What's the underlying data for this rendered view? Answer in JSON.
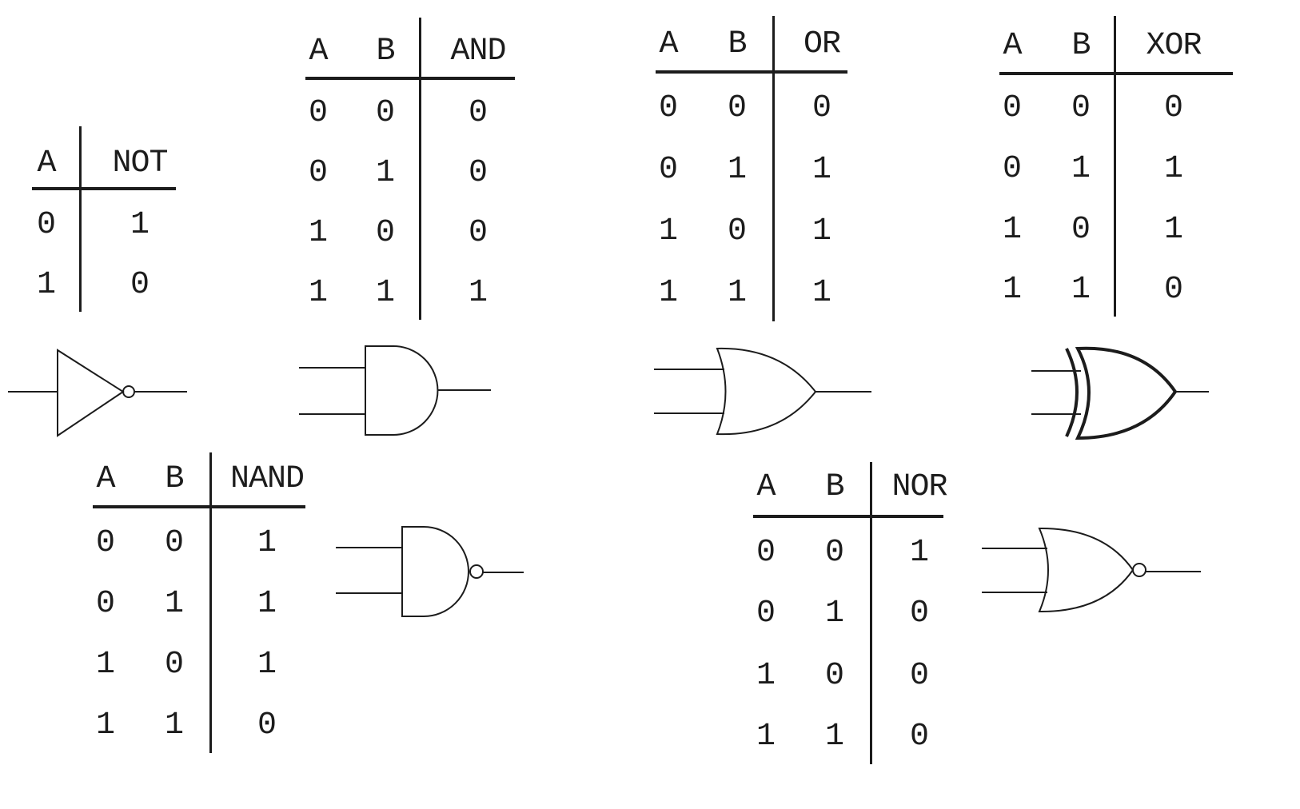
{
  "tables": {
    "not": {
      "headers": [
        "A",
        "NOT"
      ],
      "rows": [
        [
          "0",
          "1"
        ],
        [
          "1",
          "0"
        ]
      ]
    },
    "and": {
      "headers": [
        "A",
        "B",
        "AND"
      ],
      "rows": [
        [
          "0",
          "0",
          "0"
        ],
        [
          "0",
          "1",
          "0"
        ],
        [
          "1",
          "0",
          "0"
        ],
        [
          "1",
          "1",
          "1"
        ]
      ]
    },
    "or": {
      "headers": [
        "A",
        "B",
        "OR"
      ],
      "rows": [
        [
          "0",
          "0",
          "0"
        ],
        [
          "0",
          "1",
          "1"
        ],
        [
          "1",
          "0",
          "1"
        ],
        [
          "1",
          "1",
          "1"
        ]
      ]
    },
    "xor": {
      "headers": [
        "A",
        "B",
        "XOR"
      ],
      "rows": [
        [
          "0",
          "0",
          "0"
        ],
        [
          "0",
          "1",
          "1"
        ],
        [
          "1",
          "0",
          "1"
        ],
        [
          "1",
          "1",
          "0"
        ]
      ]
    },
    "nand": {
      "headers": [
        "A",
        "B",
        "NAND"
      ],
      "rows": [
        [
          "0",
          "0",
          "1"
        ],
        [
          "0",
          "1",
          "1"
        ],
        [
          "1",
          "0",
          "1"
        ],
        [
          "1",
          "1",
          "0"
        ]
      ]
    },
    "nor": {
      "headers": [
        "A",
        "B",
        "NOR"
      ],
      "rows": [
        [
          "0",
          "0",
          "1"
        ],
        [
          "0",
          "1",
          "0"
        ],
        [
          "1",
          "0",
          "0"
        ],
        [
          "1",
          "1",
          "0"
        ]
      ]
    }
  },
  "gates": {
    "not": {
      "symbol": "not-gate-symbol"
    },
    "and": {
      "symbol": "and-gate-symbol"
    },
    "or": {
      "symbol": "or-gate-symbol"
    },
    "xor": {
      "symbol": "xor-gate-symbol"
    },
    "nand": {
      "symbol": "nand-gate-symbol"
    },
    "nor": {
      "symbol": "nor-gate-symbol"
    }
  },
  "colors": {
    "ink": "#1c1c1c",
    "background": "#ffffff"
  }
}
